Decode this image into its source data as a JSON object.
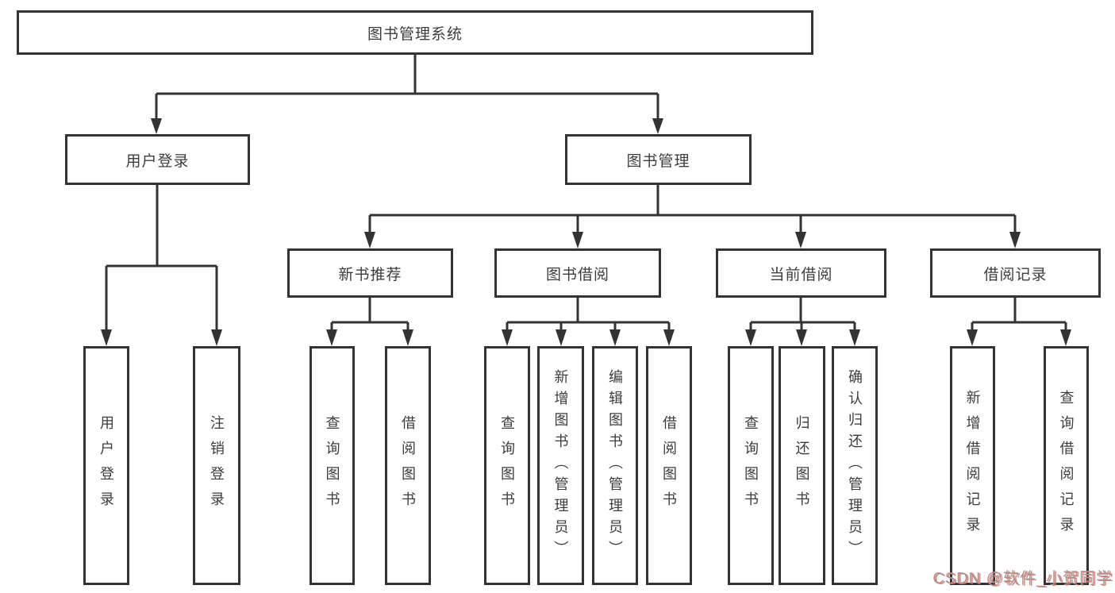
{
  "tree": {
    "root": {
      "label": "图书管理系统"
    },
    "level2": [
      {
        "label": "用户登录"
      },
      {
        "label": "图书管理"
      }
    ],
    "level3": [
      {
        "label": "新书推荐"
      },
      {
        "label": "图书借阅"
      },
      {
        "label": "当前借阅"
      },
      {
        "label": "借阅记录"
      }
    ],
    "level4": {
      "user_login": [
        "用户登录",
        "注销登录"
      ],
      "new_book_recommend": [
        "查询图书",
        "借阅图书"
      ],
      "book_borrow": [
        "查询图书",
        "新增图书（管理员）",
        "编辑图书（管理员）",
        "借阅图书"
      ],
      "current_borrow": [
        "查询图书",
        "归还图书",
        "确认归还（管理员）"
      ],
      "borrow_record": [
        "新增借阅记录",
        "查询借阅记录"
      ]
    }
  },
  "watermark": {
    "text": "CSDN @软件_小贺同学"
  },
  "colors": {
    "line": "#333333",
    "box_border": "#333333",
    "text": "#3d3d3d",
    "background": "#ffffff",
    "watermark_gray": "#9b9b9b",
    "watermark_red": "#ec6961"
  }
}
